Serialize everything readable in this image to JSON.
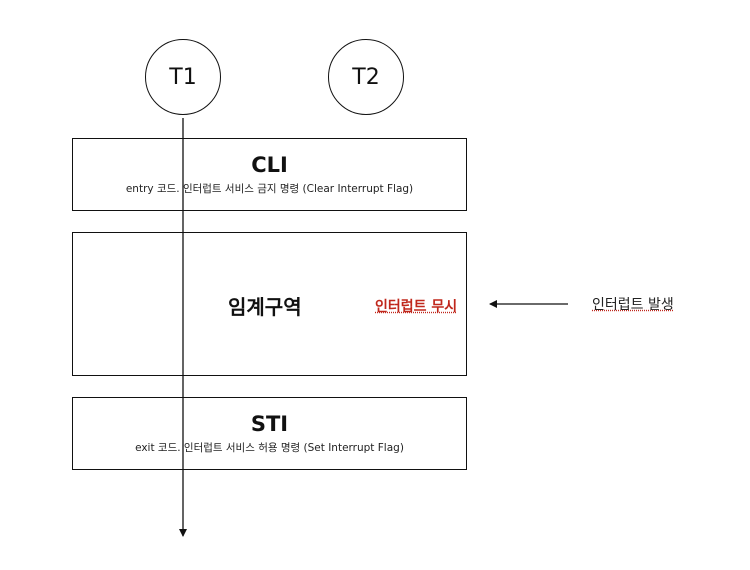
{
  "threads": {
    "t1": "T1",
    "t2": "T2"
  },
  "cli": {
    "title": "CLI",
    "desc": "entry 코드. 인터럽트 서비스 금지 명령 (Clear Interrupt Flag)"
  },
  "critical": {
    "title": "임계구역",
    "ignore_label": "인터럽트 무시"
  },
  "sti": {
    "title": "STI",
    "desc": "exit 코드. 인터럽트 서비스 허용 명령 (Set Interrupt Flag)"
  },
  "interrupt_event": {
    "label": "인터럽트 발생"
  },
  "colors": {
    "line": "#111111",
    "highlight": "#c0271c"
  }
}
